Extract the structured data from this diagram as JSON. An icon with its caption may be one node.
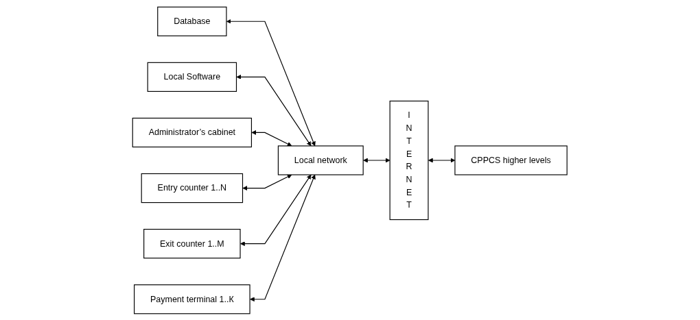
{
  "diagram": {
    "nodes": [
      {
        "text": [
          "Database"
        ]
      },
      {
        "text": [
          "Local Software"
        ]
      },
      {
        "text": [
          "Administrator’s cabinet"
        ]
      },
      {
        "text": [
          "Local network"
        ]
      },
      {
        "text": [
          "I N T E R N E T"
        ]
      },
      {
        "text": [
          "CPPCS higher levels"
        ]
      },
      {
        "text": [
          "Entry counter 1..N"
        ]
      },
      {
        "text": [
          "Exit counter 1..M"
        ]
      },
      {
        "text": [
          "Payment terminal 1..К"
        ]
      }
    ],
    "edges": [
      {
        "from": 0,
        "to": 3,
        "arrow": "both"
      },
      {
        "from": 1,
        "to": 3,
        "arrow": "both"
      },
      {
        "from": 2,
        "to": 3,
        "arrow": "both"
      },
      {
        "from": 3,
        "to": 4,
        "arrow": "both"
      },
      {
        "from": 4,
        "to": 5,
        "arrow": "both"
      },
      {
        "from": 6,
        "to": 3,
        "arrow": "both"
      },
      {
        "from": 7,
        "to": 3,
        "arrow": "both"
      },
      {
        "from": 8,
        "to": 3,
        "arrow": "both"
      }
    ]
  }
}
